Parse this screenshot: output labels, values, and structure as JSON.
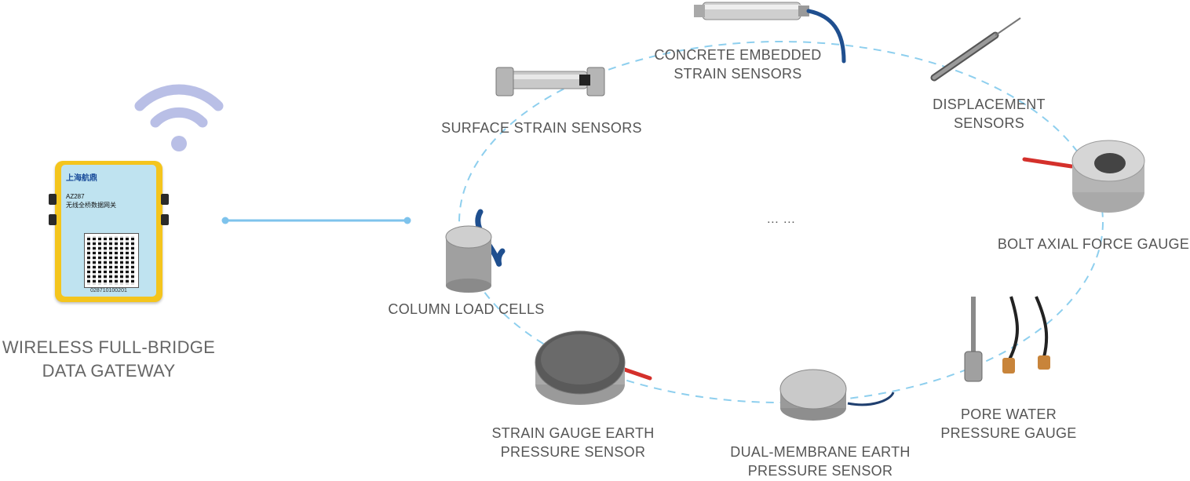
{
  "gateway": {
    "label_line1": "WIRELESS FULL-BRIDGE",
    "label_line2": "DATA GATEWAY",
    "brand": "上海航鼎",
    "model": "AZ287",
    "model_desc": "无线全桥数据网关",
    "serial": "028710100201"
  },
  "sensors": [
    {
      "id": "column-load-cells",
      "lines": [
        "COLUMN LOAD CELLS"
      ]
    },
    {
      "id": "surface-strain-sensors",
      "lines": [
        "SURFACE STRAIN SENSORS"
      ]
    },
    {
      "id": "concrete-embedded-strain-sensors",
      "lines": [
        "CONCRETE EMBEDDED",
        "STRAIN SENSORS"
      ]
    },
    {
      "id": "displacement-sensors",
      "lines": [
        "DISPLACEMENT",
        "SENSORS"
      ]
    },
    {
      "id": "bolt-axial-force-gauge",
      "lines": [
        "BOLT AXIAL FORCE GAUGE"
      ]
    },
    {
      "id": "pore-water-pressure-gauge",
      "lines": [
        "PORE WATER",
        "PRESSURE GAUGE"
      ]
    },
    {
      "id": "dual-membrane-earth-pressure-sensor",
      "lines": [
        "DUAL-MEMBRANE EARTH",
        "PRESSURE SENSOR"
      ]
    },
    {
      "id": "strain-gauge-earth-pressure-sensor",
      "lines": [
        "STRAIN GAUGE EARTH",
        "PRESSURE SENSOR"
      ]
    }
  ],
  "ellipsis": "… …",
  "colors": {
    "wifi": "#b9bfe6",
    "link": "#7ec3ec",
    "ring": "#8ecfee",
    "gateway_body": "#f4c51d",
    "gateway_panel": "#bfe3f0"
  }
}
